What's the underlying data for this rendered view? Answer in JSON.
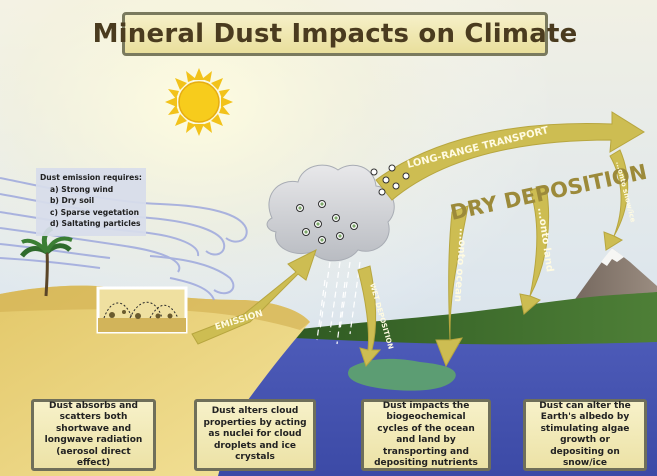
{
  "title": "Mineral Dust Impacts on Climate",
  "requirements": {
    "heading": "Dust emission requires:",
    "items": [
      "a) Strong wind",
      "b) Dry soil",
      "c) Sparse vegetation",
      "d) Saltating particles"
    ]
  },
  "arrows": {
    "emission": "EMISSION",
    "long_range": "LONG-RANGE TRANSPORT",
    "dry_deposition": "DRY DEPOSITION",
    "wet_deposition": "WET DEPOSITION",
    "onto_ocean": "...onto ocean",
    "onto_land": "...onto land",
    "onto_snow": "...onto snow/ice"
  },
  "effects": [
    "Dust absorbs and scatters both shortwave and longwave radiation (aerosol direct effect)",
    "Dust alters cloud properties by acting as nuclei for cloud droplets and ice crystals",
    "Dust impacts the biogeochemical cycles of the ocean and land by transporting and depositing nutrients",
    "Dust can alter the Earth's albedo by stimulating algae growth or depositing on snow/ice"
  ],
  "colors": {
    "arrow": "#cdbd52",
    "sky": "#e9eef2",
    "sand": "#e8cf6f",
    "ocean": "#4a56b4",
    "land": "#3e6a2a",
    "sun": "#f5c614"
  }
}
